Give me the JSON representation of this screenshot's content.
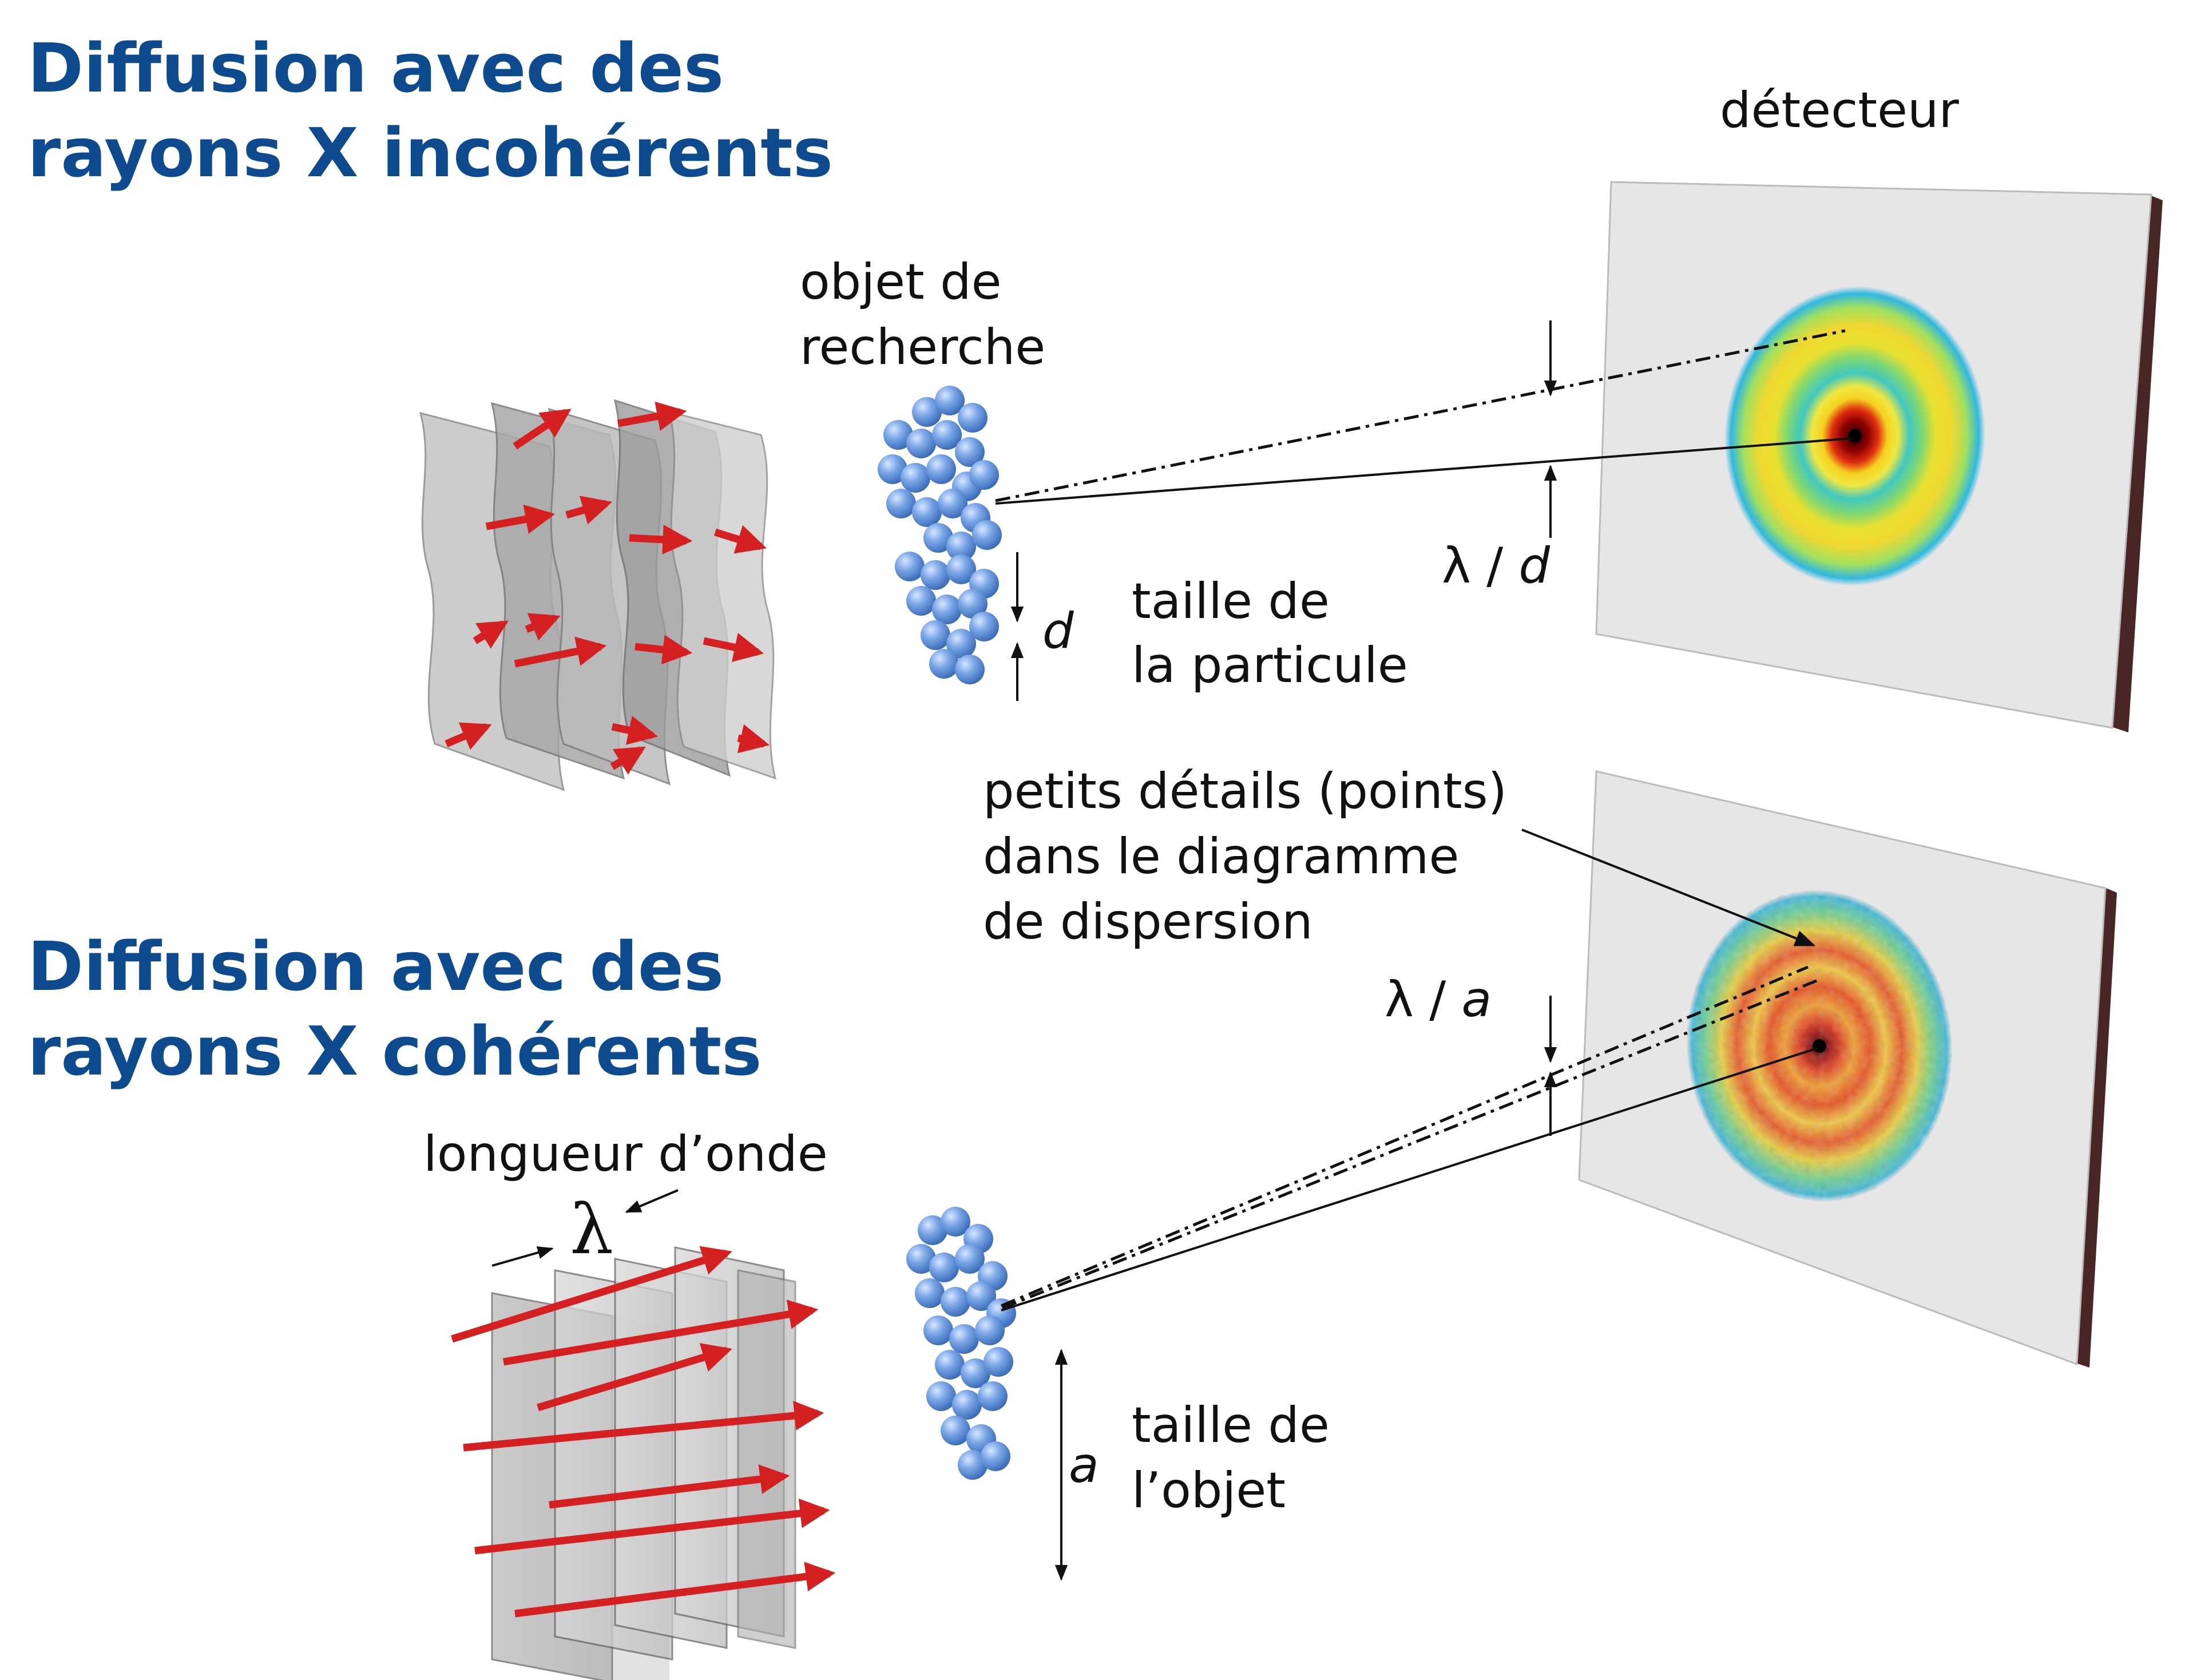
{
  "headings": {
    "incoherent_line1": "Diffusion avec des",
    "incoherent_line2": "rayons X incohérents",
    "coherent_line1": "Diffusion avec des",
    "coherent_line2": "rayons X cohérents"
  },
  "labels": {
    "detector": "détecteur",
    "object_line1": "objet de",
    "object_line2": "recherche",
    "particle_size_line1": "taille de",
    "particle_size_line2": "la particule",
    "d_symbol": "d",
    "lambda_over_d_prefix": "λ / ",
    "lambda_over_d_var": "d",
    "details_line1": "petits détails (points)",
    "details_line2": "dans le diagramme",
    "details_line3": "de dispersion",
    "lambda_over_a_prefix": "λ / ",
    "lambda_over_a_var": "a",
    "wavelength": "longueur d’onde",
    "lambda_symbol": "λ",
    "object_size_line1": "taille de",
    "object_size_line2": "l’objet",
    "a_symbol": "a"
  },
  "colors": {
    "heading": "#0d4b8e",
    "arrow_red": "#d42020",
    "sphere_blue": "#6f9ee0",
    "detector_edge": "#4a2525",
    "detector_face": "#e8e8e8"
  }
}
